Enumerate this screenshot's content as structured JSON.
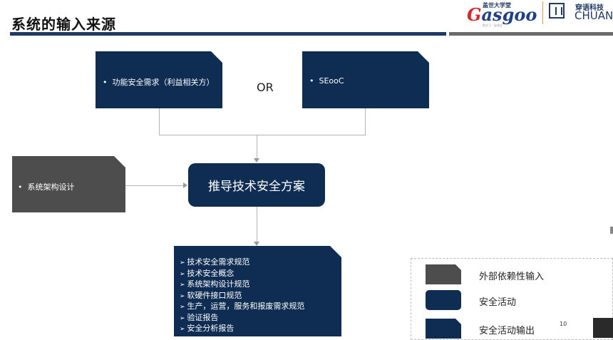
{
  "header": {
    "title": "系统的输入来源",
    "logo_gasgoo_top": "盖世大学堂",
    "logo_gasgoo_name_g": "G",
    "logo_gasgoo_name_rest": "asgoo",
    "logo_gasgoo_sub": "助学习 · 促成长",
    "logo_chuan_cn": "穿语科技",
    "logo_chuan_en": "CHUAN"
  },
  "diagram": {
    "input_functional": "功能安全需求（利益相关方）",
    "or_label": "OR",
    "input_seooc": "SEooC",
    "input_architecture": "系统架构设计",
    "center": "推导技术安全方案",
    "outputs": [
      "技术安全需求规范",
      "技术安全概念",
      "系统架构设计规范",
      "软硬件接口规范",
      "生产，运营，服务和报废需求规范",
      "验证报告",
      "安全分析报告"
    ]
  },
  "legend": {
    "items": [
      {
        "label": "外部依赖性输入",
        "color": "#4d4d4d"
      },
      {
        "label": "安全活动",
        "color": "#0f2d52"
      },
      {
        "label": "安全活动输出",
        "color": "#0f2d52"
      }
    ]
  },
  "footer": {
    "page_number": "10"
  },
  "colors": {
    "navy": "#0f2d52",
    "gray": "#4d4d4d",
    "title_bar": "#1f3864"
  }
}
